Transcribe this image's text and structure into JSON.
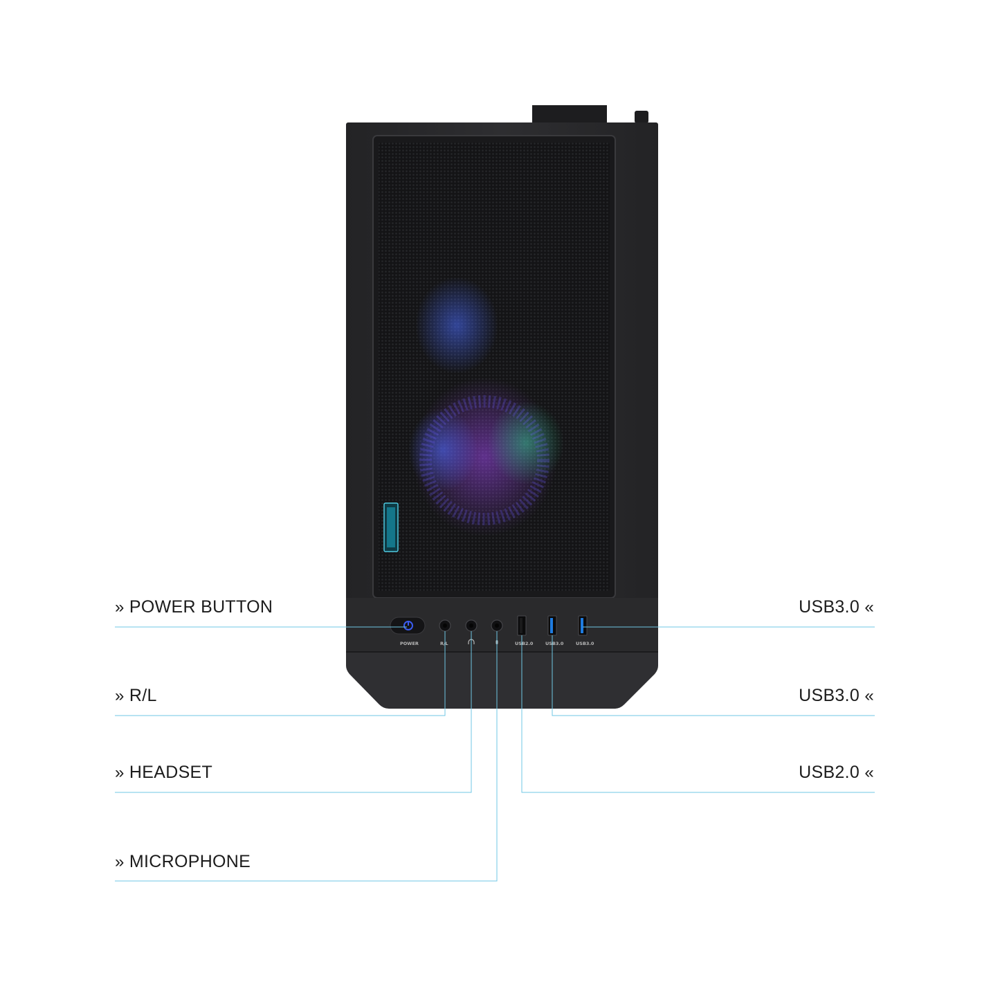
{
  "case": {
    "power_label": "POWER",
    "ports": [
      {
        "name": "rl-jack",
        "label": "R/L"
      },
      {
        "name": "headset-jack",
        "label": ""
      },
      {
        "name": "microphone-jack",
        "label": ""
      },
      {
        "name": "usb2-port",
        "label": "USB2.0"
      },
      {
        "name": "usb3-port-1",
        "label": "USB3.0"
      },
      {
        "name": "usb3-port-2",
        "label": "USB3.0"
      }
    ],
    "colors": {
      "callout_line": "#6fc7e4",
      "usb3_port": "#1e7be0",
      "power_led": "#3a5cf0",
      "body": "#2b2b2d"
    }
  },
  "callouts": {
    "left": [
      {
        "chevron": "»",
        "text": "POWER BUTTON"
      },
      {
        "chevron": "»",
        "text": "R/L"
      },
      {
        "chevron": "»",
        "text": "HEADSET"
      },
      {
        "chevron": "»",
        "text": "MICROPHONE"
      }
    ],
    "right": [
      {
        "chevron": "«",
        "text": "USB3.0"
      },
      {
        "chevron": "«",
        "text": "USB3.0"
      },
      {
        "chevron": "«",
        "text": "USB2.0"
      }
    ]
  }
}
